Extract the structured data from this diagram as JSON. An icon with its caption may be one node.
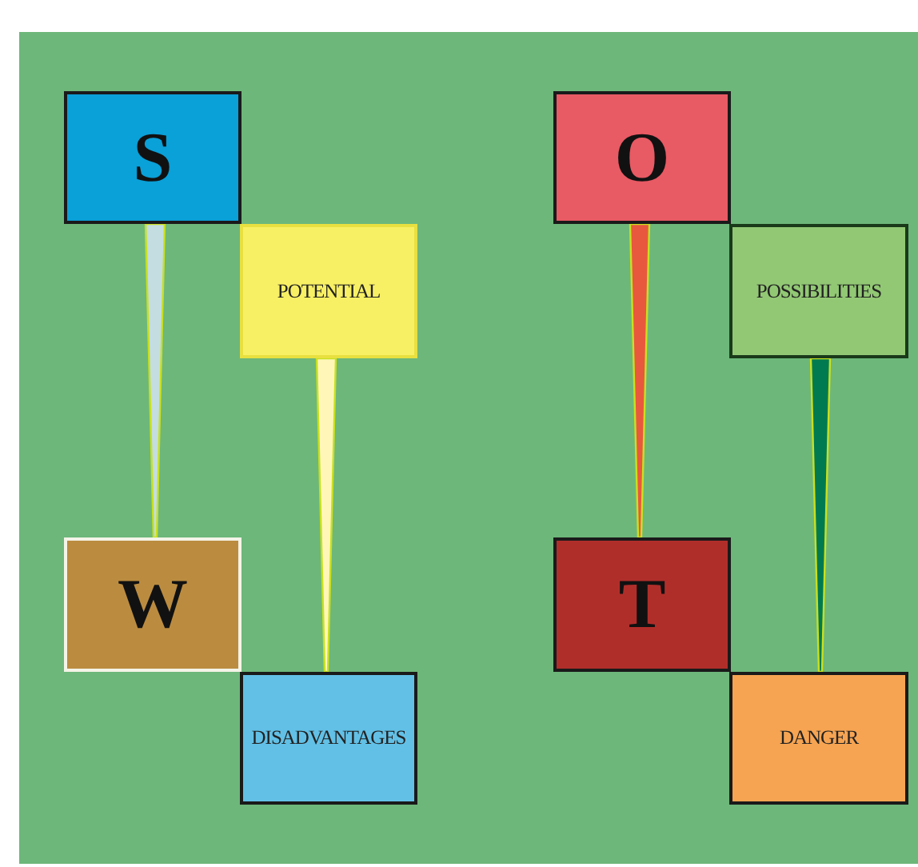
{
  "diagram": {
    "nodes": [
      {
        "text": [
          "S"
        ]
      },
      {
        "text": [
          "POTENTIAL"
        ]
      },
      {
        "text": [
          "W"
        ]
      },
      {
        "text": [
          "DISADVANTAGES"
        ]
      },
      {
        "text": [
          "O"
        ]
      },
      {
        "text": [
          "POSSIBILITIES"
        ]
      },
      {
        "text": [
          "T"
        ]
      },
      {
        "text": [
          "DANGER"
        ]
      }
    ],
    "edges": [
      {
        "from": 0,
        "to": 2,
        "arrow": "none",
        "color": "#c4dde0"
      },
      {
        "from": 1,
        "to": 3,
        "arrow": "none",
        "color": "#fff6b8"
      },
      {
        "from": 4,
        "to": 6,
        "arrow": "none",
        "color": "#e8583e"
      },
      {
        "from": 5,
        "to": 7,
        "arrow": "none",
        "color": "#007a50"
      }
    ]
  }
}
